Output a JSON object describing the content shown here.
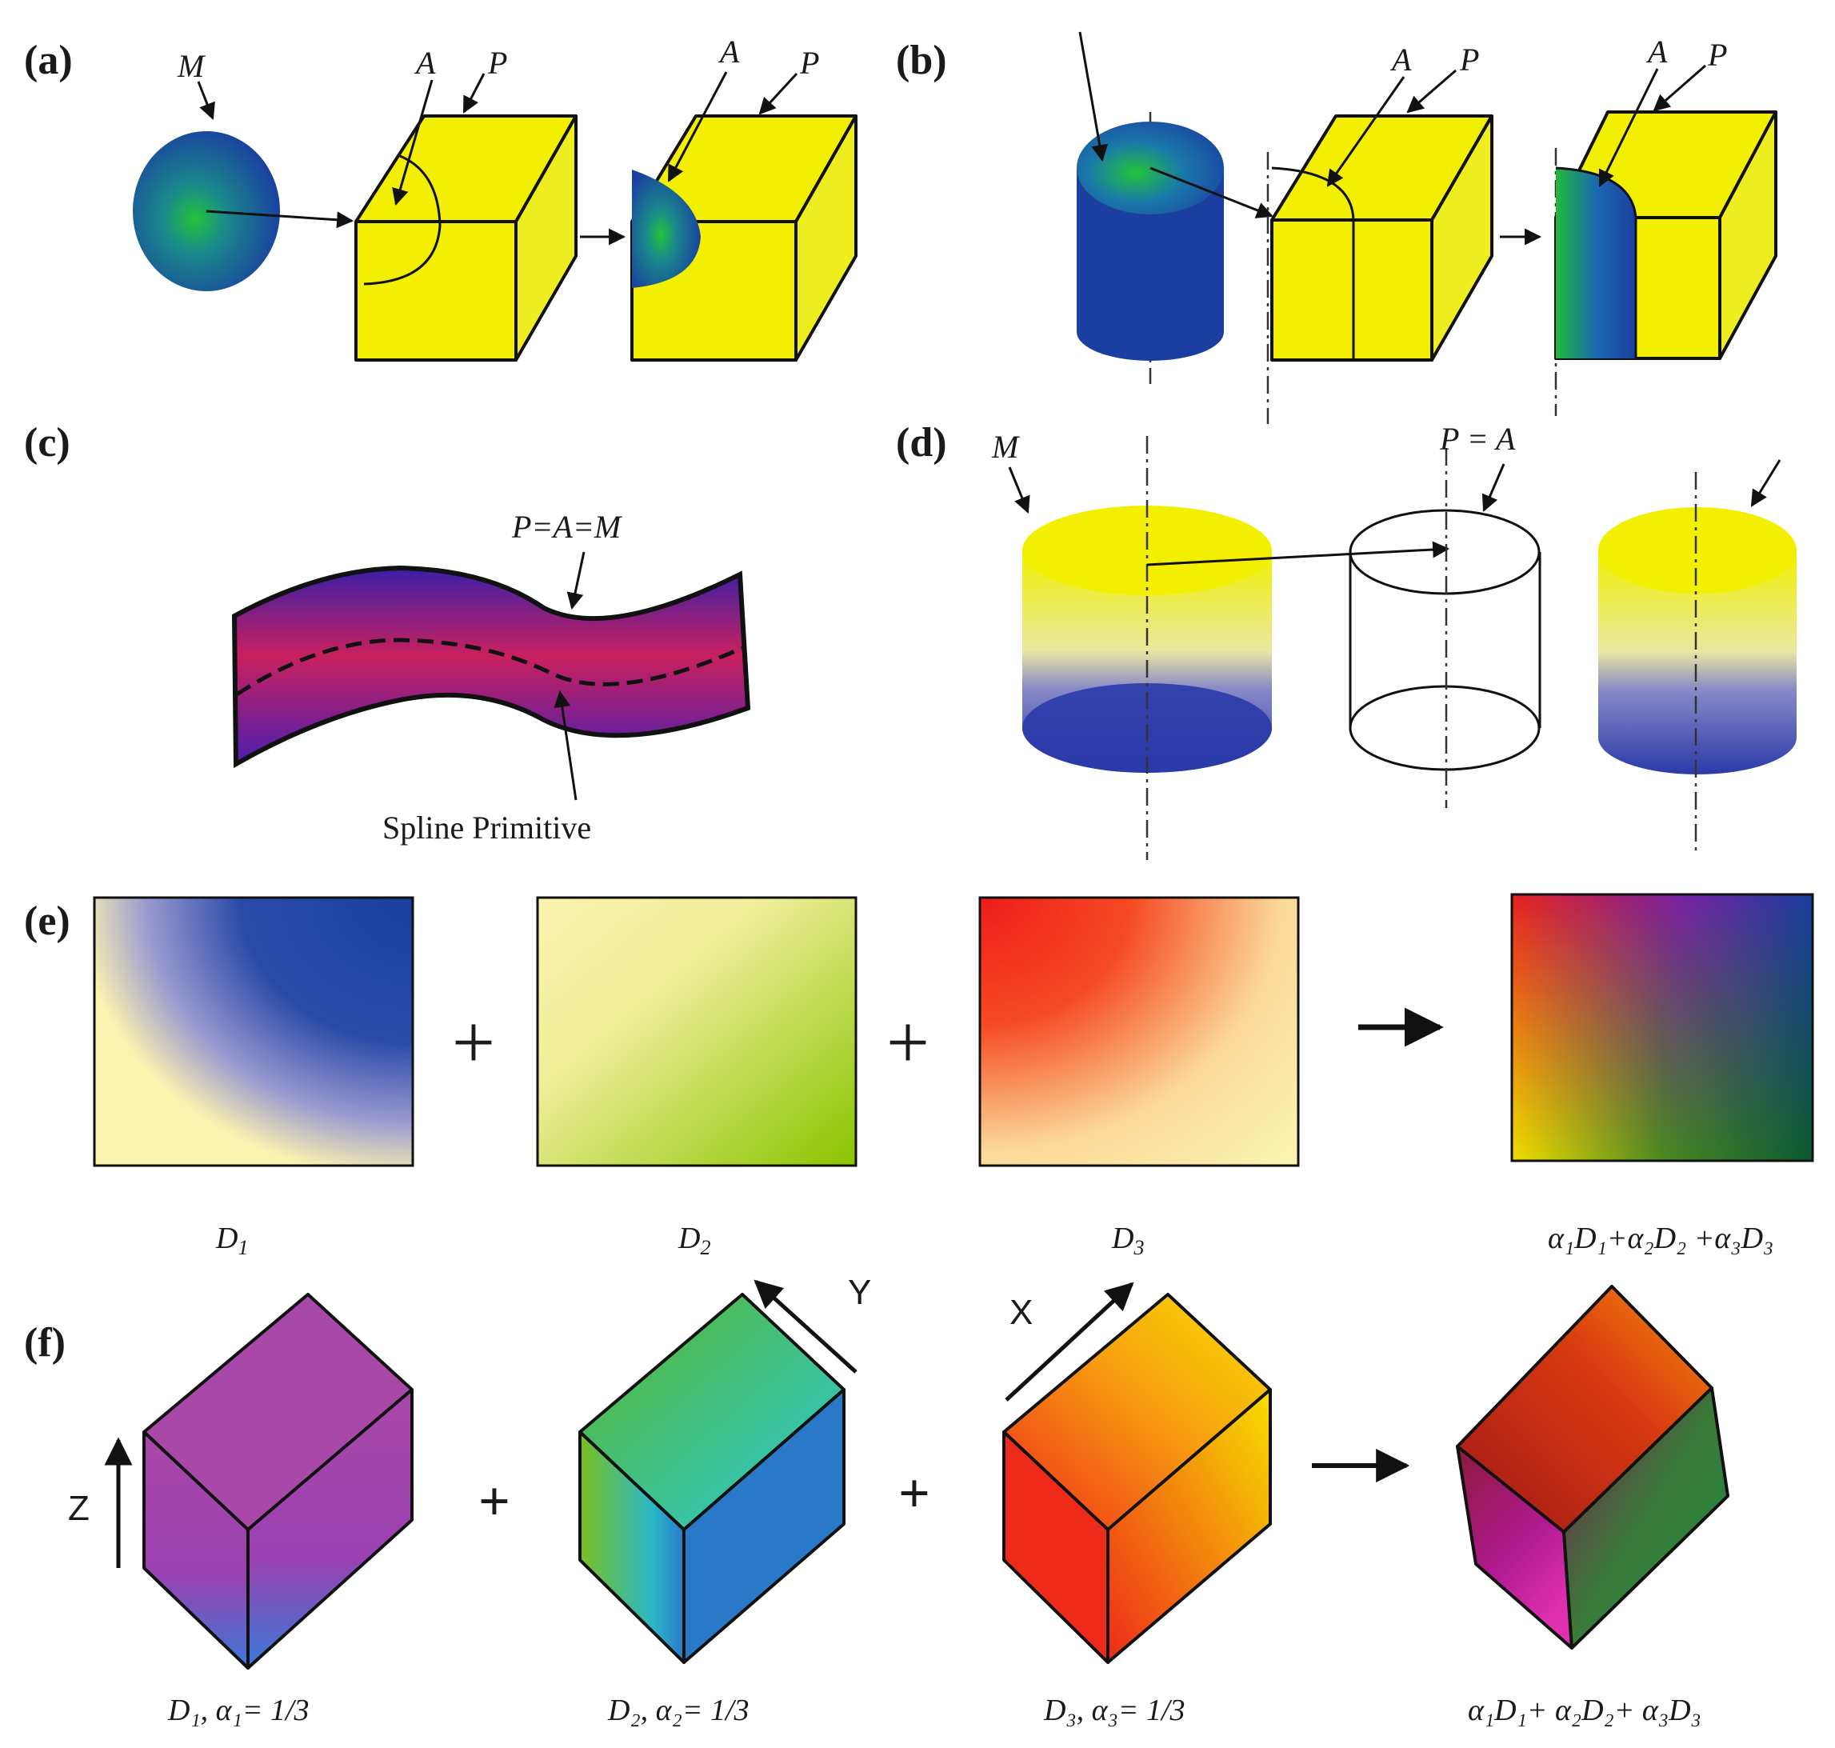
{
  "panels": {
    "a": {
      "label": "(a)",
      "m": "M",
      "a": "A",
      "p": "P"
    },
    "b": {
      "label": "(b)",
      "a": "A",
      "p": "P"
    },
    "c": {
      "label": "(c)",
      "pam": "P=A=M",
      "spline": "Spline Primitive"
    },
    "d": {
      "label": "(d)",
      "m": "M",
      "pa": "P = A"
    },
    "e": {
      "label": "(e)",
      "plus": "+",
      "d1": "D",
      "d2": "D",
      "d3": "D",
      "sum": "α₁D₁+α₂D₂ +α₃D₃"
    },
    "f": {
      "label": "(f)",
      "plus": "+",
      "z": "Z",
      "y": "Y",
      "x": "X",
      "c1": "D₁, α₁= 1/3",
      "c2": "D₂, α₂= 1/3",
      "c3": "D₃, α₃= 1/3",
      "sum": "α₁D₁+ α₂D₂+ α₃D₃"
    }
  },
  "colors": {
    "yellow": "#f2f000",
    "blue": "#1a3fa0",
    "green": "#1fbf3a",
    "purple": "#6a1fa8",
    "magenta": "#d0206a",
    "red": "#ee1c1c",
    "pale": "#fbf3b0"
  },
  "icons": {
    "arrow": "arrow-right-icon",
    "plus": "plus-icon"
  }
}
